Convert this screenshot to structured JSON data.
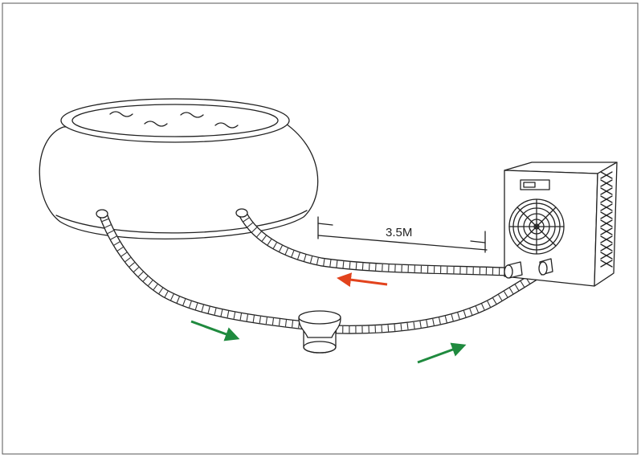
{
  "distance_label": "3.5M",
  "colors": {
    "return_arrow": "#e2431d",
    "flow_arrow": "#1f8a3e",
    "line": "#222222",
    "background": "#ffffff"
  },
  "flow_arrows": [
    {
      "direction": "toward-pool",
      "color": "#e2431d"
    },
    {
      "direction": "toward-filter",
      "color": "#1f8a3e"
    },
    {
      "direction": "toward-heat-pump",
      "color": "#1f8a3e"
    }
  ]
}
